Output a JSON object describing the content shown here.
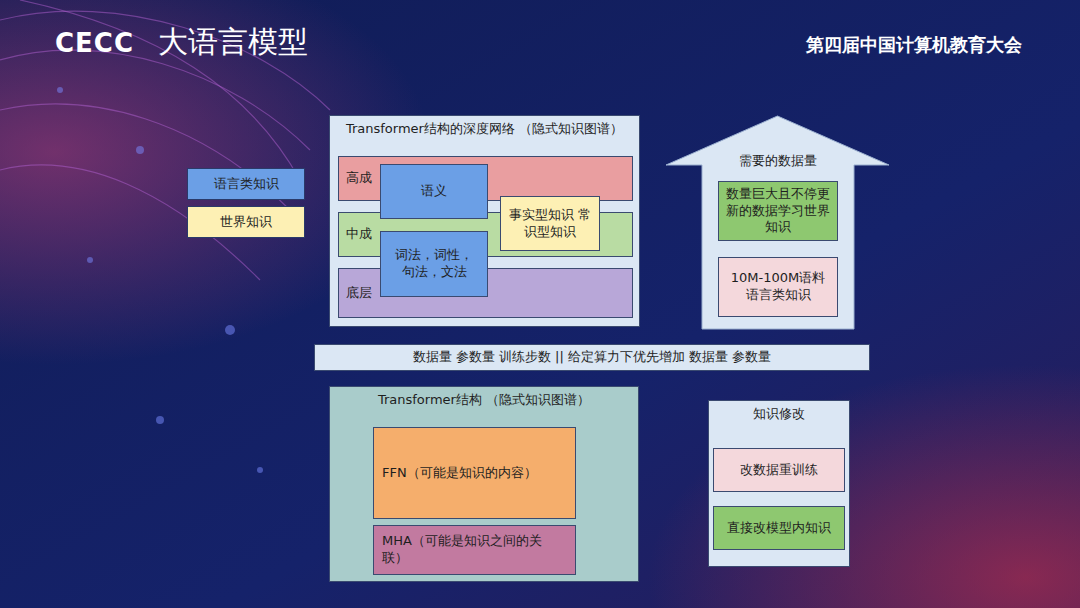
{
  "diagram": {
    "title": "大语言模型",
    "nodes": [
      {
        "text": [
          "Transformer结构的深度网络 （隐式知识图谱）"
        ]
      },
      {
        "text": [
          "高成"
        ],
        "in": 0
      },
      {
        "text": [
          "中成"
        ],
        "in": 0
      },
      {
        "text": [
          "底层"
        ],
        "in": 0
      },
      {
        "text": [
          "语义"
        ],
        "in": 0
      },
      {
        "text": [
          "事实型知识 常识型知识"
        ],
        "in": 0
      },
      {
        "text": [
          "词法，词性， 句法，文法"
        ],
        "in": 0
      },
      {
        "text": [
          "需要的数据量"
        ]
      },
      {
        "text": [
          "数量巨大且不停更新的数据学习世界知识"
        ],
        "in": 7
      },
      {
        "text": [
          "10M-100M语料 语言类知识"
        ],
        "in": 7
      },
      {
        "text": [
          "数据量 参数量 训练步数 || 给定算力下优先增加 数据量 参数量"
        ]
      },
      {
        "text": [
          "Transformer结构 （隐式知识图谱）"
        ]
      },
      {
        "text": [
          "FFN（可能是知识的内容）"
        ],
        "in": 11
      },
      {
        "text": [
          "MHA（可能是知识之间的关联）"
        ],
        "in": 11
      },
      {
        "text": [
          "知识修改"
        ]
      },
      {
        "text": [
          "改数据重训练"
        ],
        "in": 14
      },
      {
        "text": [
          "直接改模型内知识"
        ],
        "in": 14
      }
    ],
    "labels": [
      "CECC",
      "第四届中国计算机教育大会"
    ],
    "legend": [
      {
        "text": "语言类知识",
        "color": "#6b9fe6"
      },
      {
        "text": "世界知识",
        "color": "#fdf0b4"
      }
    ]
  }
}
